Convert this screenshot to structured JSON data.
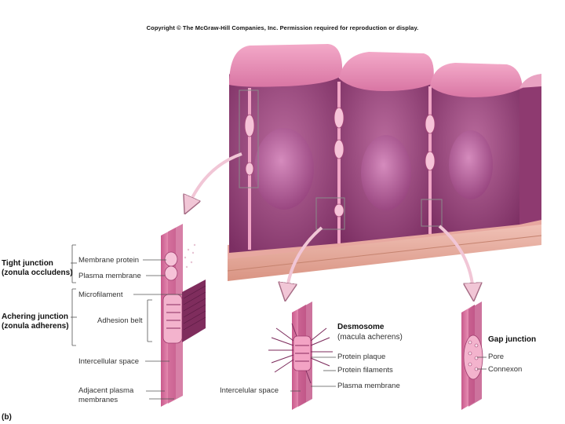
{
  "copyright": "Copyright © The McGraw-Hill Companies, Inc. Permission required for reproduction or display.",
  "panel_label": "(b)",
  "tight_junction": {
    "title_line1": "Tight junction",
    "title_line2": "(zonula occludens)",
    "membrane_protein": "Membrane protein",
    "plasma_membrane": "Plasma membrane"
  },
  "adhering_junction": {
    "title_line1": "Achering junction",
    "title_line2": "(zonula adherens)",
    "microfilament": "Microfilament",
    "adhesion_belt": "Adhesion belt"
  },
  "intercellular_space": "Intercellular space",
  "adjacent_membranes_line1": "Adjacent plasma",
  "adjacent_membranes_line2": "membranes",
  "desmosome": {
    "title_line1": "Desmosome",
    "title_line2": "(macula acherens)",
    "protein_plaque": "Protein plaque",
    "protein_filaments": "Protein filaments",
    "plasma_membrane": "Plasma membrane",
    "intercellular_space": "Intercelular space"
  },
  "gap_junction": {
    "title": "Gap junction",
    "pore": "Pore",
    "connexon": "Connexon"
  }
}
